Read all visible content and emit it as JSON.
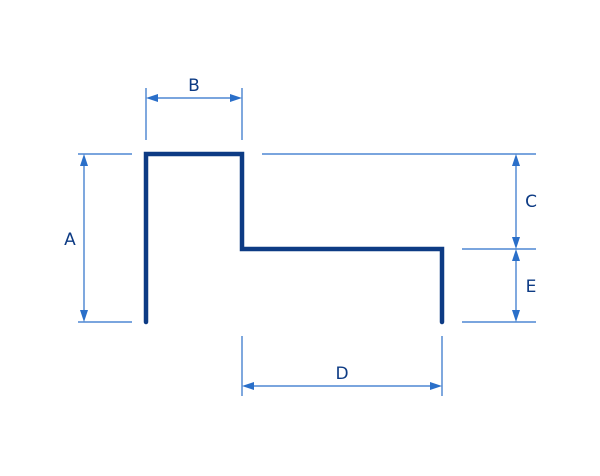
{
  "colors": {
    "profile": "#0d3b84",
    "dimension": "#2a6fc9",
    "background": "#ffffff"
  },
  "labels": {
    "A": "A",
    "B": "B",
    "C": "C",
    "D": "D",
    "E": "E"
  }
}
